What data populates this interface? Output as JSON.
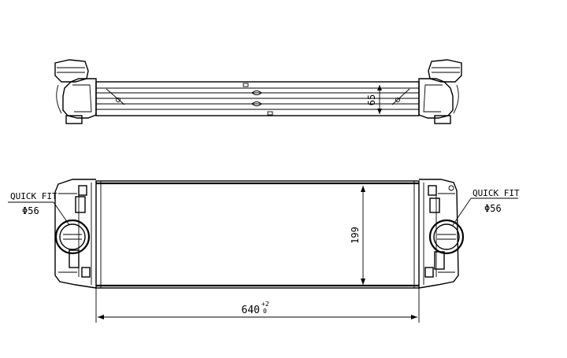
{
  "drawing": {
    "dimensions": {
      "height_value": "65",
      "core_height": "199",
      "length_value": "640",
      "length_tol_upper": "+2",
      "length_tol_lower": "0"
    },
    "left_callout": {
      "label": "QUICK FIT",
      "diameter": "Φ56"
    },
    "right_callout": {
      "label": "QUICK FIT",
      "diameter": "Φ56"
    }
  }
}
